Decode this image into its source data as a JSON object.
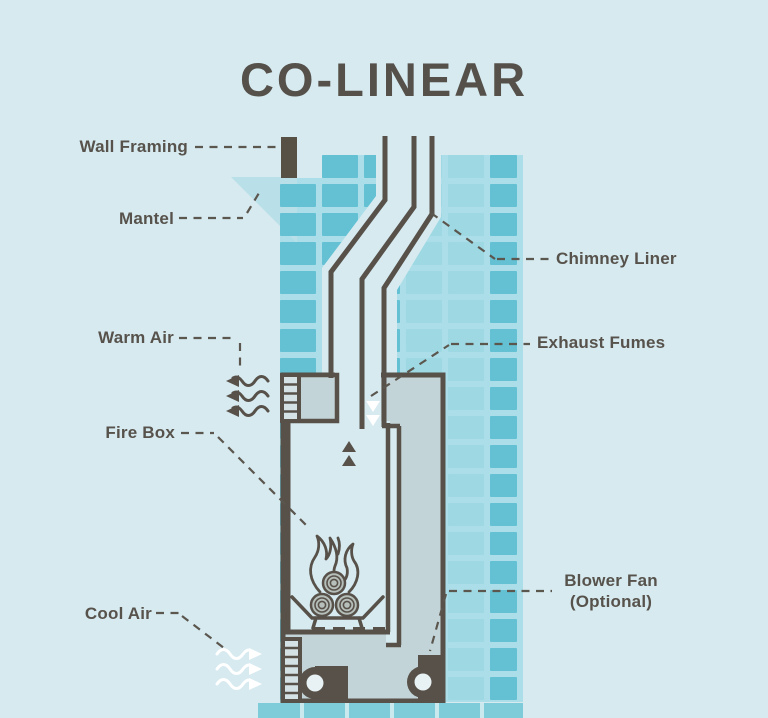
{
  "title": "CO-LINEAR",
  "labels": {
    "wall_framing": "Wall Framing",
    "mantel": "Mantel",
    "warm_air": "Warm Air",
    "fire_box": "Fire Box",
    "cool_air": "Cool Air",
    "chimney_liner": "Chimney Liner",
    "exhaust_fumes": "Exhaust Fumes",
    "blower_fan_line1": "Blower Fan",
    "blower_fan_line2": "(Optional)"
  },
  "icons": {
    "warm_air_arrows": "three wavy arrows pointing left (dark)",
    "cool_air_arrows": "three wavy arrows pointing right (white)",
    "exhaust_flow_arrows": "two white triangles pointing down inside liner channel",
    "fume_flow_arrows": "two dark triangles pointing up inside firebox",
    "flame": "campfire flame outline over three logs",
    "blower_fans": "two fan scroll shapes at unit base"
  },
  "colors": {
    "background": "#d6eaf0",
    "outline_dark": "#57514a",
    "callout_dashed": "#5b564e",
    "brick_dark": "#63c1d3",
    "brick_light": "#9ed9e3",
    "wall_mortar": "#abdee8",
    "mantel": "#b9dfe8",
    "unit_gray": "#c3d4d8",
    "louver_light": "#d5e2e5",
    "hearth_strip": "#7ecbda",
    "log_fill": "#b7bfba",
    "white": "#ffffff"
  }
}
